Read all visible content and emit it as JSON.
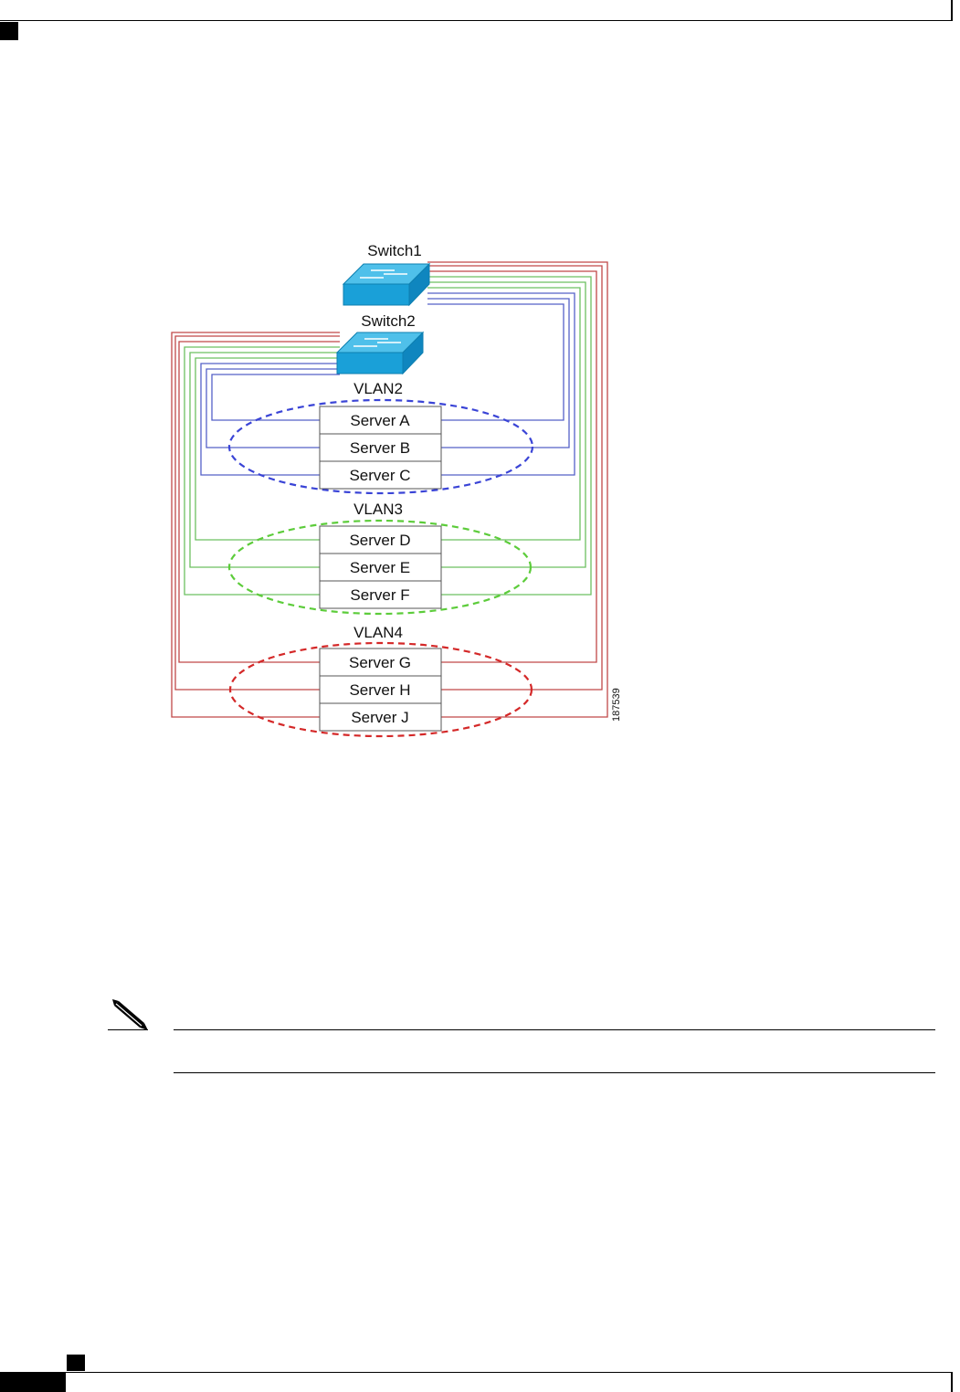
{
  "diagram": {
    "figure_id": "187539",
    "switches": [
      {
        "label": "Switch1"
      },
      {
        "label": "Switch2"
      }
    ],
    "vlans": [
      {
        "label": "VLAN2",
        "color": "#3a44d6",
        "servers": [
          "Server A",
          "Server B",
          "Server C"
        ]
      },
      {
        "label": "VLAN3",
        "color": "#5ccc3a",
        "servers": [
          "Server D",
          "Server E",
          "Server F"
        ]
      },
      {
        "label": "VLAN4",
        "color": "#d42828",
        "servers": [
          "Server G",
          "Server H",
          "Server J"
        ]
      }
    ],
    "switch_color": "#1aa0d8",
    "cable_colors": {
      "vlan2": "#5560c8",
      "vlan3": "#6cc060",
      "vlan4": "#c04848"
    }
  }
}
